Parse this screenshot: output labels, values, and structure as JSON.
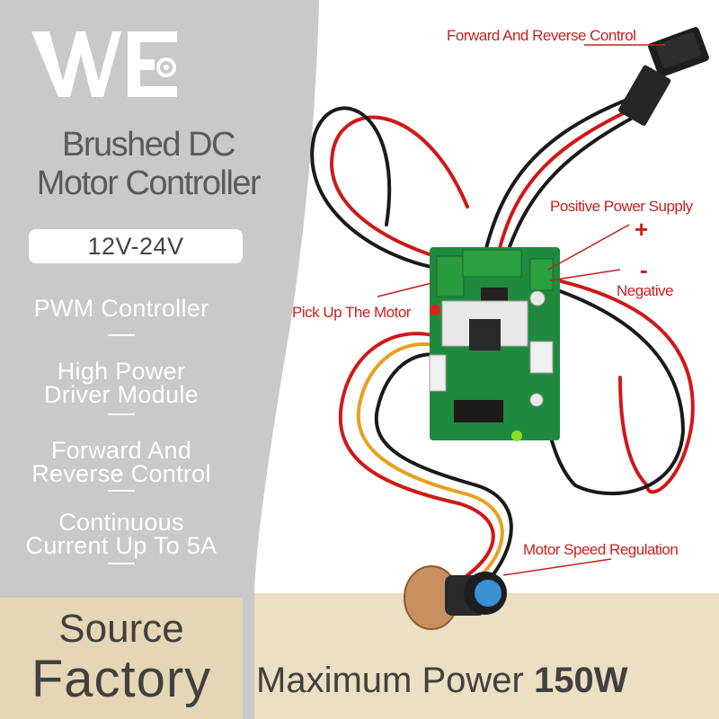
{
  "title_line1": "Brushed DC",
  "title_line2": "Motor Controller",
  "voltage": "12V-24V",
  "features": [
    {
      "lines": [
        "PWM Controller"
      ]
    },
    {
      "lines": [
        "High Power",
        "Driver Module"
      ]
    },
    {
      "lines": [
        "Forward And",
        "Reverse Control"
      ]
    },
    {
      "lines": [
        "Continuous",
        "Current Up To 5A"
      ]
    }
  ],
  "source_line1": "Source",
  "source_line2": "Factory",
  "bottom": {
    "prefix": "Maximum Power ",
    "value": "150W"
  },
  "labels": {
    "forward_reverse": "Forward And Reverse Control",
    "positive": "Positive Power Supply",
    "plus": "+",
    "minus": "-",
    "negative": "Negative",
    "pick_motor": "Pick Up The Motor",
    "speed": "Motor Speed Regulation"
  },
  "colors": {
    "panel_gray": "#c9c9c9",
    "bottom_tan": "#ecdfc3",
    "label_red": "#c82020"
  }
}
